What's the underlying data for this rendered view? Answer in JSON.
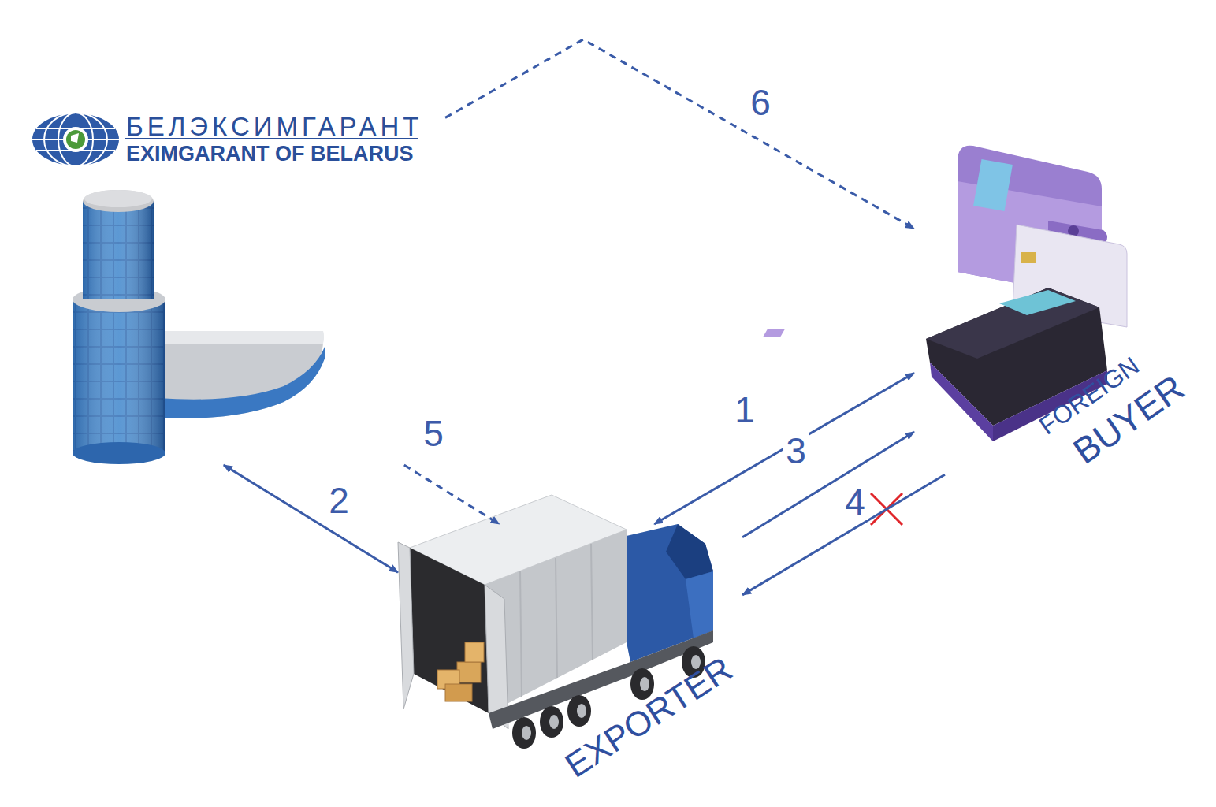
{
  "diagram": {
    "nodes": [
      {
        "text": [
          "БЕЛЭКСИМГАРАНТ",
          "EXIMGARANT OF BELARUS"
        ]
      },
      {
        "text": [
          "EXPORTER"
        ]
      },
      {
        "text": [
          "FOREIGN",
          "BUYER"
        ]
      }
    ],
    "edges": [
      {
        "from": 1,
        "to": 2,
        "label": "1",
        "arrow": "both"
      },
      {
        "from": 0,
        "to": 1,
        "label": "2",
        "arrow": "both"
      },
      {
        "from": 1,
        "to": 2,
        "label": "3",
        "arrow": "to"
      },
      {
        "from": 2,
        "to": 1,
        "label": "4",
        "arrow": "to"
      },
      {
        "from": 0,
        "to": 1,
        "label": "5",
        "arrow": "to"
      },
      {
        "from": 0,
        "to": 2,
        "label": "6",
        "arrow": "to"
      }
    ]
  }
}
